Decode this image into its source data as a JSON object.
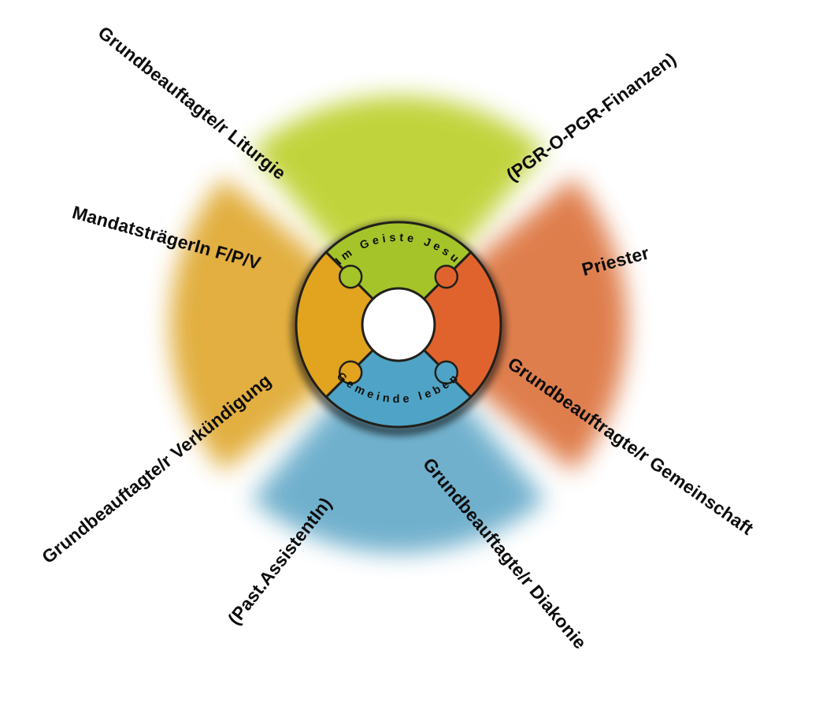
{
  "diagram": {
    "arc_top": "Im Geiste Jesu",
    "arc_bottom": "Gemeinde leben",
    "labels": {
      "liturgie": "Grundbeauftagte/r Liturgie",
      "pgr_finanzen": "(PGR-O-PGR-Finanzen)",
      "priester": "Priester",
      "gemeinschaft": "Grundbeauftragte/r Gemeinschaft",
      "diakonie": "Grundbeauftagte/r Diakonie",
      "past_assistentin": "(Past.AssistentIn)",
      "verkuendigung": "Grundbeauftagte/r Verkündigung",
      "mandatstraeger": "MandatsträgerIn F/P/V"
    },
    "colors": {
      "outer_green": "#bdd02f",
      "outer_orange": "#dd7440",
      "outer_blue": "#66aac9",
      "outer_yellow": "#e0a930",
      "inner_green": "#a4c42a",
      "inner_orange": "#e0632e",
      "inner_blue": "#4fa3c6",
      "inner_yellow": "#e2a31e",
      "outline": "#21201a"
    }
  }
}
